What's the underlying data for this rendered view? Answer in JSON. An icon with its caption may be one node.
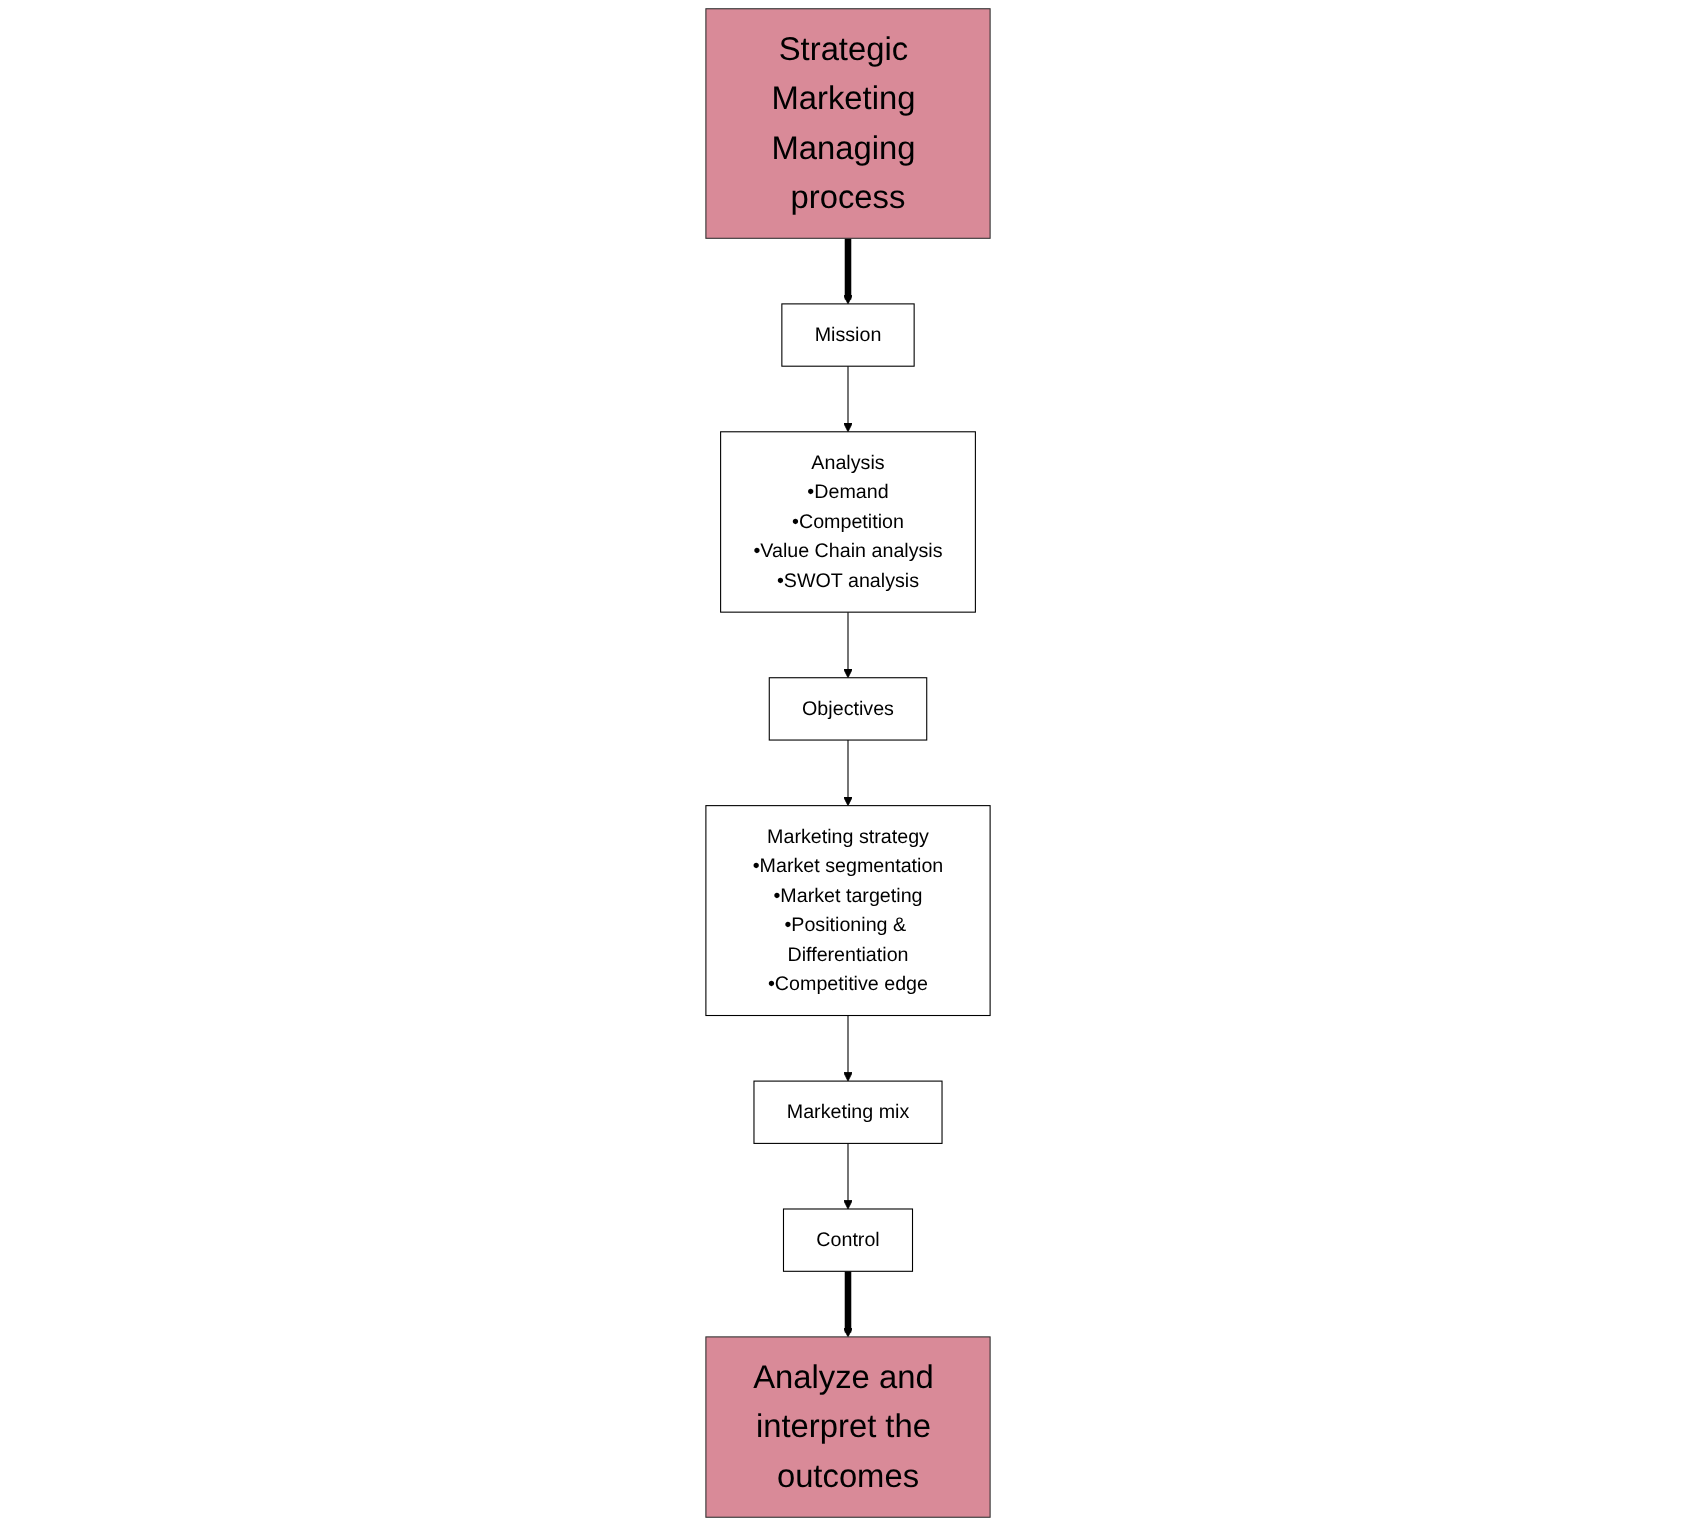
{
  "diagram": {
    "nodes": [
      {
        "text": [
          "Strategic Marketing Managing process"
        ]
      },
      {
        "text": [
          "Mission"
        ]
      },
      {
        "text": [
          "Analysis",
          "•Demand",
          "•Competition",
          "•Value Chain analysis",
          "•SWOT analysis"
        ]
      },
      {
        "text": [
          "Objectives"
        ]
      },
      {
        "text": [
          "Marketing strategy",
          "•Market segmentation",
          "•Market targeting",
          "•Positioning & Differentiation",
          "•Competitive edge"
        ]
      },
      {
        "text": [
          "Marketing mix"
        ]
      },
      {
        "text": [
          "Control"
        ]
      },
      {
        "text": [
          "Analyze and interpret the outcomes"
        ]
      }
    ],
    "edges": [
      {
        "from": 0,
        "to": 1,
        "arrow": "to",
        "style": "thick"
      },
      {
        "from": 1,
        "to": 2,
        "arrow": "to"
      },
      {
        "from": 2,
        "to": 3,
        "arrow": "to"
      },
      {
        "from": 3,
        "to": 4,
        "arrow": "to"
      },
      {
        "from": 4,
        "to": 5,
        "arrow": "to"
      },
      {
        "from": 5,
        "to": 6,
        "arrow": "to"
      },
      {
        "from": 6,
        "to": 7,
        "arrow": "to",
        "style": "thick"
      }
    ]
  }
}
